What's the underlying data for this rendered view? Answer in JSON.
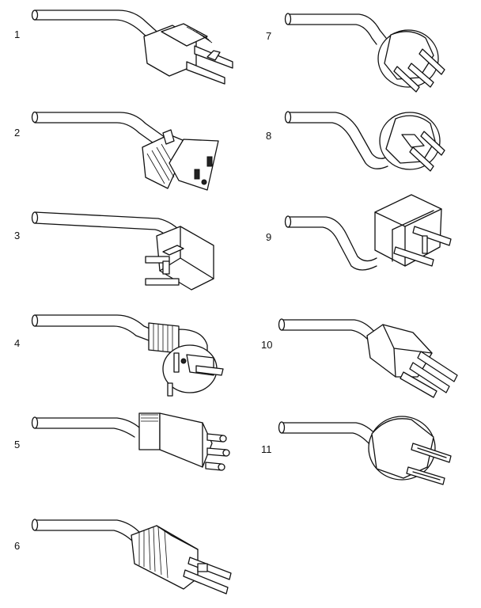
{
  "figure": {
    "plugs": [
      {
        "label": "1"
      },
      {
        "label": "2"
      },
      {
        "label": "3"
      },
      {
        "label": "4"
      },
      {
        "label": "5"
      },
      {
        "label": "6"
      },
      {
        "label": "7"
      },
      {
        "label": "8"
      },
      {
        "label": "9"
      },
      {
        "label": "10"
      },
      {
        "label": "11"
      }
    ]
  }
}
